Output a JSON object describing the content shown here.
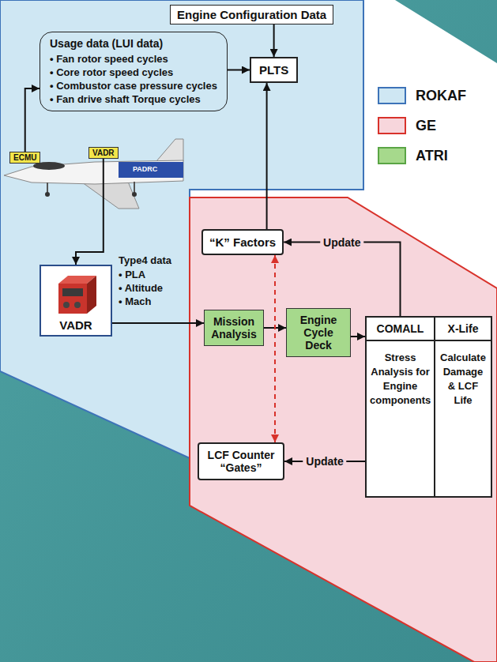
{
  "diagram": {
    "nodes": [
      {
        "text": [
          "Engine Configuration Data"
        ]
      },
      {
        "text": [
          "Usage data (LUI data)",
          "• Fan rotor speed cycles",
          "• Core rotor speed cycles",
          "• Combustor case pressure cycles",
          "• Fan drive shaft Torque cycles"
        ]
      },
      {
        "text": [
          "PLTS"
        ]
      },
      {
        "text": [
          "ECMU"
        ]
      },
      {
        "text": [
          "VADR"
        ]
      },
      {
        "text": [
          "VADR"
        ]
      },
      {
        "text": [
          "“K” Factors"
        ]
      },
      {
        "text": [
          "Mission Analysis"
        ]
      },
      {
        "text": [
          "Engine Cycle Deck"
        ]
      },
      {
        "text": [
          "LCF Counter “Gates”"
        ]
      },
      {
        "text": [
          "COMALL",
          "Stress Analysis for Engine components"
        ]
      },
      {
        "text": [
          "X-Life",
          "Calculate Damage & LCF Life"
        ]
      }
    ],
    "edges": [
      {
        "from": 0,
        "to": 2,
        "arrow": "to"
      },
      {
        "from": 1,
        "to": 2,
        "arrow": "to"
      },
      {
        "from": 3,
        "to": 1,
        "arrow": "to"
      },
      {
        "from": 4,
        "to": 5,
        "arrow": "to"
      },
      {
        "from": 5,
        "to": 7,
        "arrow": "to"
      },
      {
        "from": 7,
        "to": 8,
        "arrow": "to"
      },
      {
        "from": 8,
        "to": 10,
        "arrow": "to"
      },
      {
        "from": 10,
        "to": 6,
        "label": "Update",
        "arrow": "to"
      },
      {
        "from": 10,
        "to": 9,
        "label": "Update",
        "arrow": "to"
      },
      {
        "from": 6,
        "to": 2,
        "arrow": "to"
      },
      {
        "from": 6,
        "to": 9,
        "arrow": "both"
      }
    ],
    "labels": [
      "PADRC",
      "Type4 data",
      "• PLA",
      "• Altitude",
      "• Mach"
    ],
    "legend": [
      {
        "text": "ROKAF",
        "color": "#cfe7f3"
      },
      {
        "text": "GE",
        "color": "#f7d6dc"
      },
      {
        "text": "ATRI",
        "color": "#a6d98c"
      }
    ]
  }
}
